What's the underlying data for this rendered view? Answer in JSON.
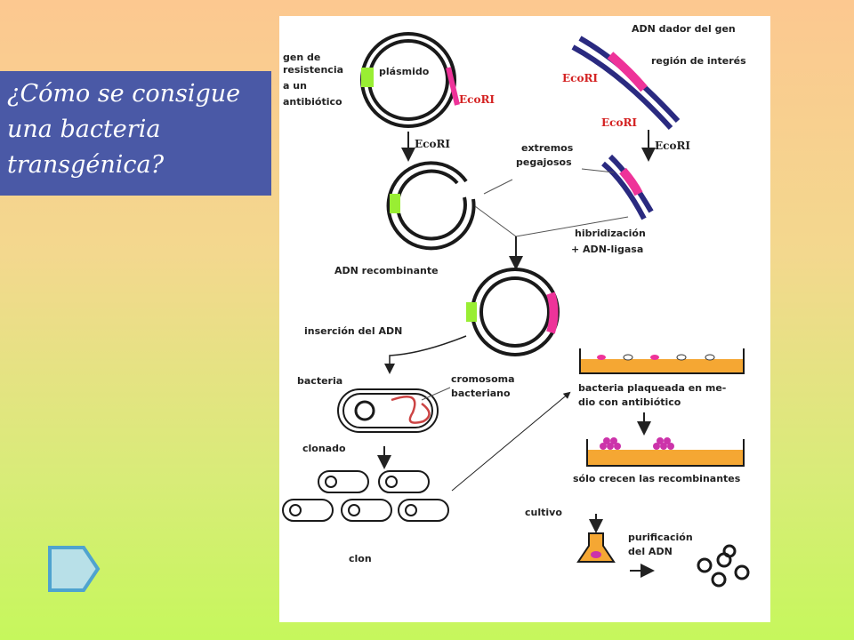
{
  "slide": {
    "title": "¿Cómo se consigue\nuna bacteria\ntransgénica?"
  },
  "diagram": {
    "labels": {
      "gen_resistencia": [
        "gen de",
        "resistencia",
        "a un",
        "antibiótico"
      ],
      "plasmido": "plásmido",
      "ecori_plasmid": "EcoRI",
      "adn_dador": "ADN dador del gen",
      "region_interes": "región de interés",
      "ecori_donor_1": "EcoRI",
      "ecori_donor_2": "EcoRI",
      "ecori_arrow_left": "EcoRI",
      "ecori_arrow_right": "EcoRI",
      "extremos": [
        "extremos",
        "pegajosos"
      ],
      "hibridizacion": [
        "hibridización",
        "+ ADN-ligasa"
      ],
      "adn_recombinante": "ADN  recombinante",
      "insercion": "inserción del ADN",
      "bacteria": "bacteria",
      "cromosoma": [
        "cromosoma",
        "bacteriano"
      ],
      "clonado": "clonado",
      "clon": "clon",
      "plaqueada": [
        "bacteria plaqueada en me-",
        "dio con antibiótico"
      ],
      "solo_crecen": "sólo crecen las recombinantes",
      "cultivo": "cultivo",
      "purificacion": [
        "purificación",
        "del ADN"
      ]
    },
    "colors": {
      "ring": "#1a1a1a",
      "resistance_gene": "#99ee33",
      "insert": "#ee3399",
      "donor_dna": "#2a2a80",
      "ecori": "#d42222",
      "agar": "#f5a733"
    }
  },
  "nav": {
    "icon": "next-slide-arrow-icon"
  }
}
